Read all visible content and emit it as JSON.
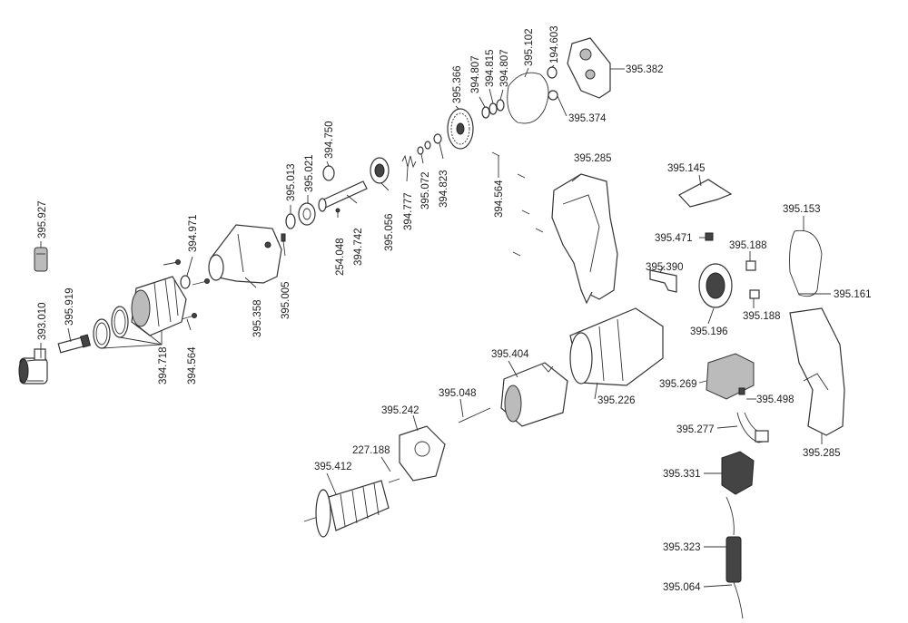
{
  "diagram": {
    "labels": [
      {
        "id": "lbl-395927",
        "text": "395.927"
      },
      {
        "id": "lbl-393010",
        "text": "393.010"
      },
      {
        "id": "lbl-395919",
        "text": "395.919"
      },
      {
        "id": "lbl-394718",
        "text": "394.718"
      },
      {
        "id": "lbl-394564a",
        "text": "394.564"
      },
      {
        "id": "lbl-394971",
        "text": "394.971"
      },
      {
        "id": "lbl-395358",
        "text": "395.358"
      },
      {
        "id": "lbl-395005",
        "text": "395.005"
      },
      {
        "id": "lbl-395013",
        "text": "395.013"
      },
      {
        "id": "lbl-395021",
        "text": "395.021"
      },
      {
        "id": "lbl-394750",
        "text": "394.750"
      },
      {
        "id": "lbl-254048",
        "text": "254.048"
      },
      {
        "id": "lbl-394742",
        "text": "394.742"
      },
      {
        "id": "lbl-395056",
        "text": "395.056"
      },
      {
        "id": "lbl-394777",
        "text": "394.777"
      },
      {
        "id": "lbl-395072",
        "text": "395.072"
      },
      {
        "id": "lbl-394823",
        "text": "394.823"
      },
      {
        "id": "lbl-395366",
        "text": "395.366"
      },
      {
        "id": "lbl-394807a",
        "text": "394.807"
      },
      {
        "id": "lbl-394815",
        "text": "394.815"
      },
      {
        "id": "lbl-394807b",
        "text": "394.807"
      },
      {
        "id": "lbl-395102",
        "text": "395.102"
      },
      {
        "id": "lbl-194603",
        "text": "194.603"
      },
      {
        "id": "lbl-395382",
        "text": "395.382"
      },
      {
        "id": "lbl-395374",
        "text": "395.374"
      },
      {
        "id": "lbl-394564b",
        "text": "394.564"
      },
      {
        "id": "lbl-395285a",
        "text": "395.285"
      },
      {
        "id": "lbl-395145",
        "text": "395.145"
      },
      {
        "id": "lbl-395153",
        "text": "395.153"
      },
      {
        "id": "lbl-395471",
        "text": "395.471"
      },
      {
        "id": "lbl-395188a",
        "text": "395.188"
      },
      {
        "id": "lbl-395390",
        "text": "395.390"
      },
      {
        "id": "lbl-395161",
        "text": "395.161"
      },
      {
        "id": "lbl-395188b",
        "text": "395.188"
      },
      {
        "id": "lbl-395196",
        "text": "395.196"
      },
      {
        "id": "lbl-395404",
        "text": "395.404"
      },
      {
        "id": "lbl-395226",
        "text": "395.226"
      },
      {
        "id": "lbl-395048",
        "text": "395.048"
      },
      {
        "id": "lbl-395269",
        "text": "395.269"
      },
      {
        "id": "lbl-395498",
        "text": "395.498"
      },
      {
        "id": "lbl-395242",
        "text": "395.242"
      },
      {
        "id": "lbl-395277",
        "text": "395.277"
      },
      {
        "id": "lbl-395285b",
        "text": "395.285"
      },
      {
        "id": "lbl-227188",
        "text": "227.188"
      },
      {
        "id": "lbl-395412",
        "text": "395.412"
      },
      {
        "id": "lbl-395331",
        "text": "395.331"
      },
      {
        "id": "lbl-395323",
        "text": "395.323"
      },
      {
        "id": "lbl-395064",
        "text": "395.064"
      }
    ]
  }
}
